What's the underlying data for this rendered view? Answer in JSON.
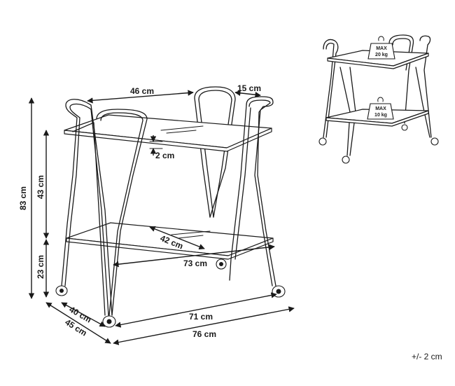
{
  "main_drawing": {
    "dimensions": {
      "top_width": "46 cm",
      "handle_offset": "15 cm",
      "shelf_thickness": "2 cm",
      "total_height": "83 cm",
      "upper_height": "43 cm",
      "lower_height": "23 cm",
      "lower_shelf_depth": "42 cm",
      "lower_shelf_width": "73 cm",
      "inner_depth": "40 cm",
      "outer_depth": "45 cm",
      "inner_width": "71 cm",
      "outer_width": "76 cm"
    }
  },
  "load_drawing": {
    "top_weight_label": "MAX",
    "top_weight_value": "20 kg",
    "bottom_weight_label": "MAX",
    "bottom_weight_value": "10 kg"
  },
  "tolerance": "+/- 2 cm"
}
